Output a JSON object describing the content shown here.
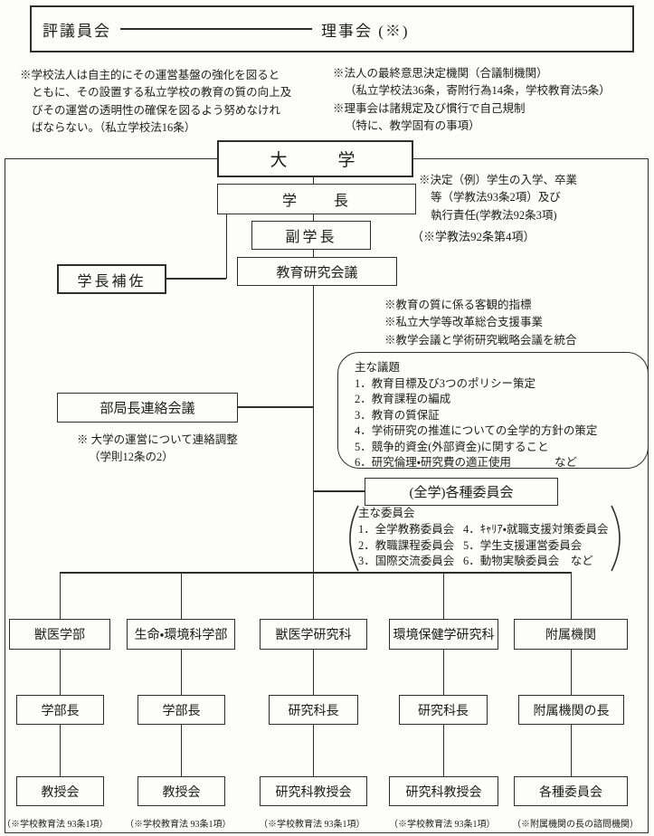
{
  "top": {
    "box": {
      "left_label": "評議員会",
      "right_label": "理事会 (※)"
    },
    "left_note_lines": [
      "※学校法人は自主的にその運営基盤の強化を図ると",
      "ともに、その設置する私立学校の教育の質の向上及",
      "びその運営の透明性の確保を図るよう努めなけれ",
      "ばならない。（私立学校法16条）"
    ],
    "right_note_lines": [
      "※法人の最終意思決定機関（合議制機関）",
      "（私立学校法36条，寄附行為14条，学校教育法5条）",
      "※理事会は諸規定及び慣行で自己規制",
      "（特に、教学固有の事項）"
    ]
  },
  "university": {
    "label": "大　　学"
  },
  "president": {
    "label": "学　　長",
    "note_lines": [
      "※決定（例）学生の入学、卒業",
      "等（学教法93条2項）及び",
      "執行責任(学教法92条3項)"
    ]
  },
  "vice_president": {
    "label": "副学長",
    "note": "（※学教法92条第4項）"
  },
  "education_research_council": {
    "label": "教育研究会議",
    "notes": [
      "※教育の質に係る客観的指標",
      "※私立大学等改革総合支援事業",
      "※教学会議と学術研究戦略会議を統合"
    ]
  },
  "president_aide": {
    "label": "学長補佐"
  },
  "agenda": {
    "title": "主な議題",
    "items": [
      "1．教育目標及び3つのポリシー策定",
      "2．教育課程の編成",
      "3．教育の質保証",
      "4．学術研究の推進についての全学的方針の策定",
      "5．競争的資金(外部資金)に関すること",
      "6．研究倫理・研究費の適正使用"
    ],
    "etc": "など"
  },
  "bureau_council": {
    "label": "部局長連絡会議",
    "note_lines": [
      "※ 大学の運営について連絡調整",
      "（学則12条の2）"
    ]
  },
  "university_committees": {
    "label": "(全学)各種委員会",
    "title": "主な委員会",
    "rows": [
      {
        "left": "1．全学教務委員会",
        "right": "4．ｷｬﾘｱ・就職支援対策委員会"
      },
      {
        "left": "2．教職課程委員会",
        "right": "5．学生支援運営委員会"
      },
      {
        "left": "3．国際交流委員会",
        "right": "6．動物実験委員会　など"
      }
    ]
  },
  "columns": [
    {
      "unit": "獣医学部",
      "head": "学部長",
      "council": "教授会",
      "note": "（※学校教育法 93条1項）"
    },
    {
      "unit": "生命・環境科学部",
      "head": "学部長",
      "council": "教授会",
      "note": "（※学校教育法 93条1項）"
    },
    {
      "unit": "獣医学研究科",
      "head": "研究科長",
      "council": "研究科教授会",
      "note": "（※学校教育法 93条1項）"
    },
    {
      "unit": "環境保健学研究科",
      "head": "研究科長",
      "council": "研究科教授会",
      "note": "（※学校教育法 93条1項）"
    },
    {
      "unit": "附属機関",
      "head": "附属機関の長",
      "council": "各種委員会",
      "note": "（※附属機関の長の諮問機関）"
    }
  ]
}
